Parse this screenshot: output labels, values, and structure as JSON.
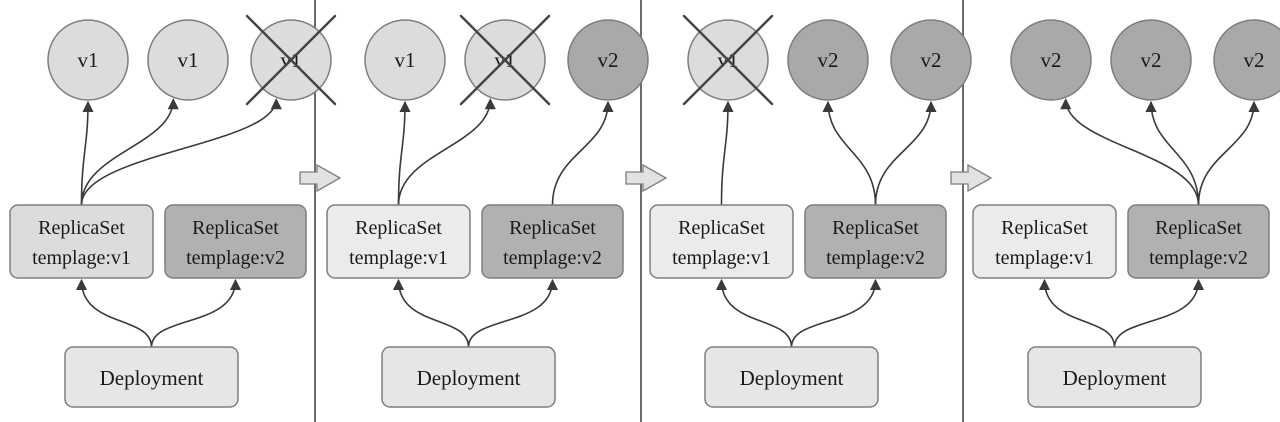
{
  "colors": {
    "v1_fill": "#dcdcdc",
    "v2_fill": "#a9a9a9",
    "rs_inactive_fill": "#ebebeb",
    "rs_active_fill": "#b1b1b1",
    "deployment_fill": "#e6e6e6",
    "stroke": "#7e7e7e",
    "arrow": "#3a3a3a",
    "transition_arrow_fill": "#e2e2e2"
  },
  "panels": [
    {
      "pods": [
        {
          "label": "v1",
          "version": "v1",
          "terminated": false
        },
        {
          "label": "v1",
          "version": "v1",
          "terminated": false
        },
        {
          "label": "v1",
          "version": "v1",
          "terminated": true
        }
      ],
      "replicasets": [
        {
          "line1": "ReplicaSet",
          "line2": "templage:v1",
          "active": true
        },
        {
          "line1": "ReplicaSet",
          "line2": "templage:v2",
          "active": true
        }
      ],
      "deployment": "Deployment"
    },
    {
      "pods": [
        {
          "label": "v1",
          "version": "v1",
          "terminated": false
        },
        {
          "label": "v1",
          "version": "v1",
          "terminated": true
        },
        {
          "label": "v2",
          "version": "v2",
          "terminated": false
        }
      ],
      "replicasets": [
        {
          "line1": "ReplicaSet",
          "line2": "templage:v1",
          "active": false
        },
        {
          "line1": "ReplicaSet",
          "line2": "templage:v2",
          "active": true
        }
      ],
      "deployment": "Deployment"
    },
    {
      "pods": [
        {
          "label": "v1",
          "version": "v1",
          "terminated": true
        },
        {
          "label": "v2",
          "version": "v2",
          "terminated": false
        },
        {
          "label": "v2",
          "version": "v2",
          "terminated": false
        }
      ],
      "replicasets": [
        {
          "line1": "ReplicaSet",
          "line2": "templage:v1",
          "active": false
        },
        {
          "line1": "ReplicaSet",
          "line2": "templage:v2",
          "active": true
        }
      ],
      "deployment": "Deployment"
    },
    {
      "pods": [
        {
          "label": "v2",
          "version": "v2",
          "terminated": false
        },
        {
          "label": "v2",
          "version": "v2",
          "terminated": false
        },
        {
          "label": "v2",
          "version": "v2",
          "terminated": false
        }
      ],
      "replicasets": [
        {
          "line1": "ReplicaSet",
          "line2": "templage:v1",
          "active": false
        },
        {
          "line1": "ReplicaSet",
          "line2": "templage:v2",
          "active": true
        }
      ],
      "deployment": "Deployment"
    }
  ],
  "edges": [
    {
      "panel": 0,
      "from": "rs0",
      "to": "pod0"
    },
    {
      "panel": 0,
      "from": "rs0",
      "to": "pod1"
    },
    {
      "panel": 0,
      "from": "rs0",
      "to": "pod2"
    },
    {
      "panel": 1,
      "from": "rs0",
      "to": "pod0"
    },
    {
      "panel": 1,
      "from": "rs0",
      "to": "pod1"
    },
    {
      "panel": 1,
      "from": "rs1",
      "to": "pod2"
    },
    {
      "panel": 2,
      "from": "rs0",
      "to": "pod0"
    },
    {
      "panel": 2,
      "from": "rs1",
      "to": "pod1"
    },
    {
      "panel": 2,
      "from": "rs1",
      "to": "pod2"
    },
    {
      "panel": 3,
      "from": "rs1",
      "to": "pod0"
    },
    {
      "panel": 3,
      "from": "rs1",
      "to": "pod1"
    },
    {
      "panel": 3,
      "from": "rs1",
      "to": "pod2"
    }
  ]
}
